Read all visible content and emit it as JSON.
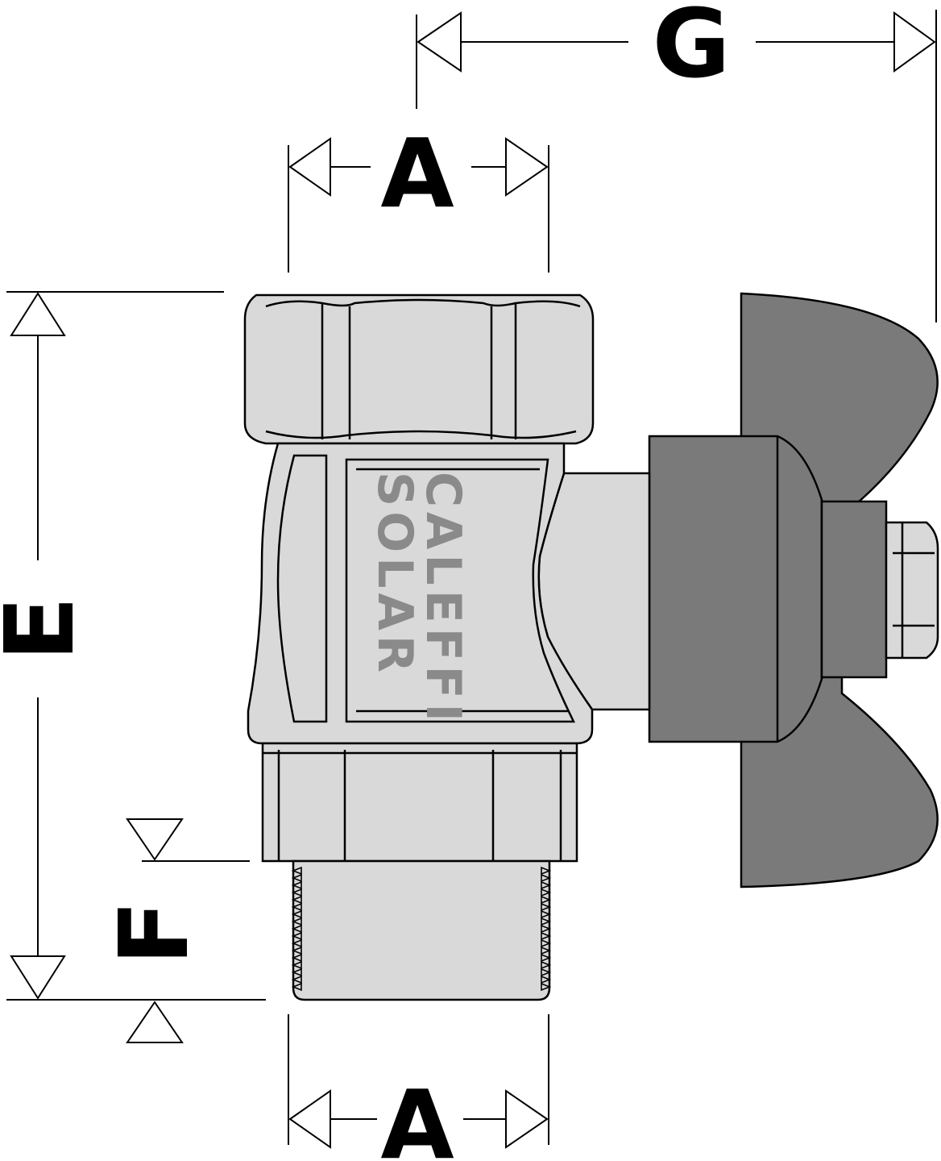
{
  "dimensions": {
    "g": "G",
    "a_top": "A",
    "e": "E",
    "f": "F",
    "a_bottom": "A"
  },
  "logo": {
    "line1": "CALEFFI",
    "line2": "SOLAR"
  },
  "colors": {
    "line": "#000000",
    "body": "#d9d9d9",
    "knob": "#7a7a7a",
    "logo": "#8a8a8a"
  }
}
